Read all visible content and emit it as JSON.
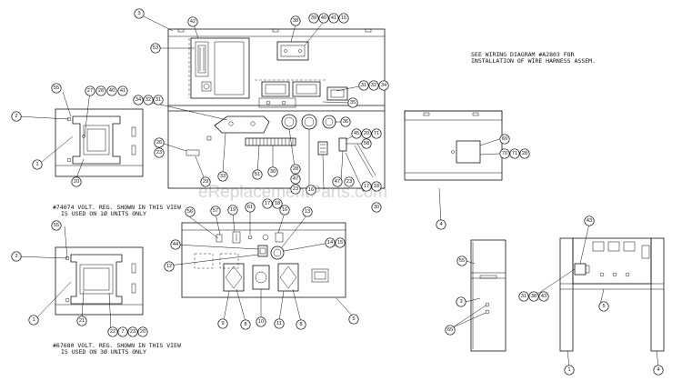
{
  "notes": {
    "wiring_line1": "SEE WIRING DIAGRAM #A2803 FOR",
    "wiring_line2": "INSTALLATION OF WIRE HARNESS ASSEM.",
    "vr1_line1": "#74074 VOLT. REG. SHOWN IN THIS VIEW",
    "vr1_line2": "IS USED ON 1Ø UNITS ONLY",
    "vr3_line1": "#67680 VOLT. REG. SHOWN IN THIS VIEW",
    "vr3_line2": "IS USED ON 3Ø UNITS ONLY"
  },
  "watermark": "eReplacementParts.com",
  "callouts": [
    {
      "id": "c3",
      "text": "3"
    },
    {
      "id": "c42",
      "text": "42"
    },
    {
      "id": "c53",
      "text": "53"
    },
    {
      "id": "c38",
      "text": "38"
    },
    {
      "id": "c39",
      "text": "39"
    },
    {
      "id": "c40",
      "text": "40"
    },
    {
      "id": "c41",
      "text": "41"
    },
    {
      "id": "c15a",
      "text": "15"
    },
    {
      "id": "c31a",
      "text": "31"
    },
    {
      "id": "c32a",
      "text": "32"
    },
    {
      "id": "c34a",
      "text": "34"
    },
    {
      "id": "c35",
      "text": "35"
    },
    {
      "id": "c36",
      "text": "36"
    },
    {
      "id": "c34b",
      "text": "34"
    },
    {
      "id": "c32b",
      "text": "32"
    },
    {
      "id": "c31b",
      "text": "31"
    },
    {
      "id": "c45",
      "text": "45"
    },
    {
      "id": "c20a",
      "text": "20"
    },
    {
      "id": "c71a",
      "text": "71"
    },
    {
      "id": "c58",
      "text": "58"
    },
    {
      "id": "c26",
      "text": "26"
    },
    {
      "id": "c23a",
      "text": "23"
    },
    {
      "id": "c29",
      "text": "29"
    },
    {
      "id": "c33",
      "text": "33"
    },
    {
      "id": "c51",
      "text": "51"
    },
    {
      "id": "c30a",
      "text": "30"
    },
    {
      "id": "c28a",
      "text": "28"
    },
    {
      "id": "c47a",
      "text": "47"
    },
    {
      "id": "c23b",
      "text": "23"
    },
    {
      "id": "c16a",
      "text": "16"
    },
    {
      "id": "c47b",
      "text": "47"
    },
    {
      "id": "c23c",
      "text": "23"
    },
    {
      "id": "c17",
      "text": "17"
    },
    {
      "id": "c18a",
      "text": "18"
    },
    {
      "id": "c30b",
      "text": "30"
    },
    {
      "id": "c55a",
      "text": "55"
    },
    {
      "id": "c2a",
      "text": "2"
    },
    {
      "id": "c27a",
      "text": "27"
    },
    {
      "id": "c28b",
      "text": "28"
    },
    {
      "id": "c40b",
      "text": "40"
    },
    {
      "id": "c41b",
      "text": "41"
    },
    {
      "id": "c1a",
      "text": "1"
    },
    {
      "id": "c20b",
      "text": "20"
    },
    {
      "id": "c69",
      "text": "69"
    },
    {
      "id": "c70",
      "text": "70"
    },
    {
      "id": "c71b",
      "text": "71"
    },
    {
      "id": "c28c",
      "text": "28"
    },
    {
      "id": "c4a",
      "text": "4"
    },
    {
      "id": "c55b",
      "text": "55"
    },
    {
      "id": "c2b",
      "text": "2"
    },
    {
      "id": "c1b",
      "text": "1"
    },
    {
      "id": "c21",
      "text": "21"
    },
    {
      "id": "c22",
      "text": "22"
    },
    {
      "id": "c7",
      "text": "7"
    },
    {
      "id": "c23d",
      "text": "23"
    },
    {
      "id": "c20c",
      "text": "20"
    },
    {
      "id": "c56",
      "text": "56"
    },
    {
      "id": "c57",
      "text": "57"
    },
    {
      "id": "c19",
      "text": "19"
    },
    {
      "id": "c61",
      "text": "61"
    },
    {
      "id": "c17b",
      "text": "17"
    },
    {
      "id": "c18b",
      "text": "18"
    },
    {
      "id": "c16b",
      "text": "16"
    },
    {
      "id": "c13",
      "text": "13"
    },
    {
      "id": "c44",
      "text": "44"
    },
    {
      "id": "c12",
      "text": "12"
    },
    {
      "id": "c14",
      "text": "14"
    },
    {
      "id": "c15b",
      "text": "15"
    },
    {
      "id": "c9",
      "text": "9"
    },
    {
      "id": "c8a",
      "text": "8"
    },
    {
      "id": "c10",
      "text": "10"
    },
    {
      "id": "c11",
      "text": "11"
    },
    {
      "id": "c8b",
      "text": "8"
    },
    {
      "id": "c5a",
      "text": "5"
    },
    {
      "id": "c43",
      "text": "43"
    },
    {
      "id": "c55c",
      "text": "55"
    },
    {
      "id": "c3b",
      "text": "3"
    },
    {
      "id": "c65",
      "text": "65"
    },
    {
      "id": "c31c",
      "text": "31"
    },
    {
      "id": "c38b",
      "text": "38"
    },
    {
      "id": "c43b",
      "text": "43"
    },
    {
      "id": "c5b",
      "text": "5"
    },
    {
      "id": "c1c",
      "text": "1"
    },
    {
      "id": "c4b",
      "text": "4"
    }
  ]
}
